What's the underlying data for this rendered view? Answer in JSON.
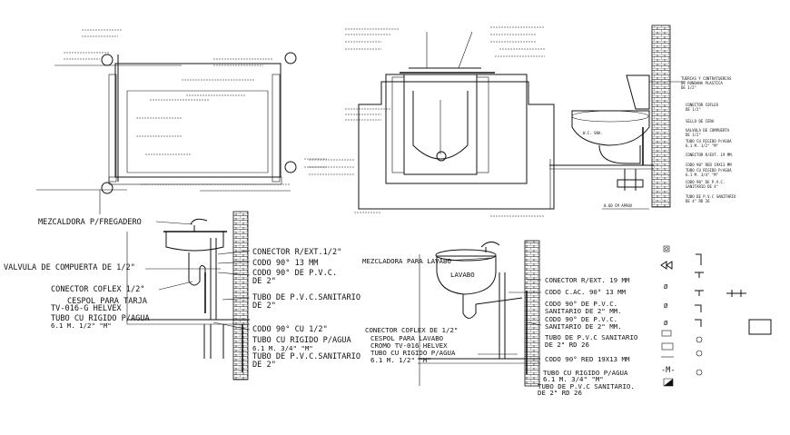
{
  "labels": {
    "sink_section": {
      "title": "MEZCALDORA P/FREGADERO",
      "valve": "VALVULA DE COMPUERTA DE 1/2\"",
      "coflex": "CONECTOR COFLEX 1/2\"",
      "cespol_1": "CESPOL PARA TARJA",
      "cespol_2": "TV-016-G HELVEX",
      "tubo_cu_1": "TUBO CU RIGIDO P/AGUA",
      "tubo_cu_2": "6.1 M. 1/2\" \"M\"",
      "con_ext": "CONECTOR R/EXT.1/2\"",
      "codo_90_13": "CODO 90° 13 MM",
      "codo_pvc_1": "CODO 90° DE P.V.C.",
      "codo_pvc_2": "DE 2\"",
      "tubo_pvc_1": "TUBO DE P.V.C.SANITARIO",
      "tubo_pvc_2": "DE 2\"",
      "codo_cu": "CODO 90° CU 1/2\"",
      "tubo_cu34_1": "TUBO CU RIGIDO P/AGUA",
      "tubo_cu34_2": "6.1 M. 3/4\" \"M\"",
      "tubo_pvc_b_1": "TUBO DE P.V.C.SANITARIO",
      "tubo_pvc_b_2": "DE 2\""
    },
    "lavabo_section": {
      "title": "MEZCLADORA PARA LAVABO",
      "basin": "LAVABO",
      "coflex": "CONECTOR COFLEX DE 1/2\"",
      "cespol_1": "CESPOL PARA LAVABO",
      "cespol_2": "CROMO TV-016 HELVEX",
      "tubo_cu_1": "TUBO CU RIGIDO P/AGUA",
      "tubo_cu_2": "6.1 M. 1/2\" \"M\"",
      "con_ext": "CONECTOR R/EXT. 19 MM",
      "codo_cac": "CODO C.AC. 90° 13 MM",
      "codo_pvc_1": "CODO 90° DE P.V.C.",
      "codo_pvc_2": "SANITARIO DE 2\" MM.",
      "codo_pvc_3": "CODO 90° DE P.V.C.",
      "codo_pvc_4": "SANITARIO DE 2\" MM.",
      "tubo_pvc_1": "TUBO DE P.V.C SANITARIO",
      "tubo_pvc_2": "DE 2\" RD 26",
      "codo_red": "CODO 90° RED 19X13 MM",
      "tubo_cu34_1": "TUBO CU RIGIDO P/AGUA",
      "tubo_cu34_2": "6.1 M. 3/4\" \"M\"",
      "tubo_pvc_b_1": "TUBO DE P.V.C SANITARIO.",
      "tubo_pvc_b_2": "DE 2\" RD 26"
    },
    "wc_section": {
      "fixture": "W.C. SNA.",
      "tuercas_1": "TUERCAS Y CONTRATUERCAS",
      "tuercas_2": "DE RONDANA PLASTICA",
      "tuercas_3": "DE 1/2\"",
      "coflex_1": "CONECTOR COFLEX",
      "coflex_2": "DE 1/2\"",
      "cera": "SELLO DE CERA",
      "valve_1": "VALVULA DE COMPUERTA",
      "valve_2": "DE 1/2\"",
      "tubo_cu_1": "TUBO CU RIGIDO P/AGUA",
      "tubo_cu_2": "6.1 M. 1/2\" \"M\"",
      "con_ext": "CONECTOR R/EXT. 19 MM.",
      "codo_red": "CODO 90° RED 19X13 MM",
      "tubo_cu34_1": "TUBO CU RIGIDO P/AGUA",
      "tubo_cu34_2": "6.1 M. 3/4\" \"M\"",
      "codo_pvc_1": "CODO 90° DE P.V.C.",
      "codo_pvc_2": "SANITARIO DE 4\"",
      "tubo_pvc_1": "TUBO DE P.V.C SANITARIO",
      "tubo_pvc_2": "DE 4\" RD 26",
      "dim": "0.60 CM APROX"
    }
  },
  "colors": {
    "line": "#111111",
    "background": "#ffffff"
  }
}
